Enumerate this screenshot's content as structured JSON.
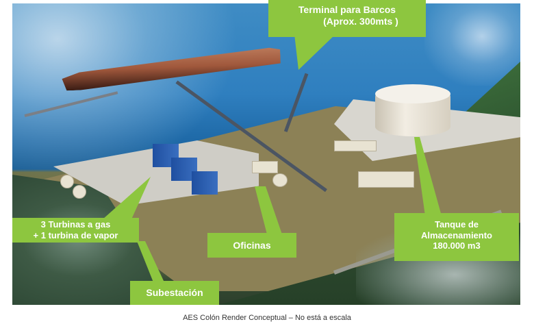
{
  "image": {
    "description": "AES Colón LNG terminal and power plant conceptual render",
    "accent_color": "#8dc63f",
    "label_text_color": "#ffffff"
  },
  "callouts": {
    "terminal": {
      "line1": "Terminal para Barcos",
      "line2": "(Aprox. 300mts )"
    },
    "turbines": {
      "line1": "3 Turbinas a gas",
      "line2": "+ 1 turbina de vapor"
    },
    "offices": {
      "line1": "Oficinas"
    },
    "substation": {
      "line1": "Subestación"
    },
    "tank": {
      "line1": "Tanque de",
      "line2": "Almacenamiento",
      "line3": "180.000 m3"
    }
  },
  "caption": "AES Colón Render Conceptual – No está a escala"
}
